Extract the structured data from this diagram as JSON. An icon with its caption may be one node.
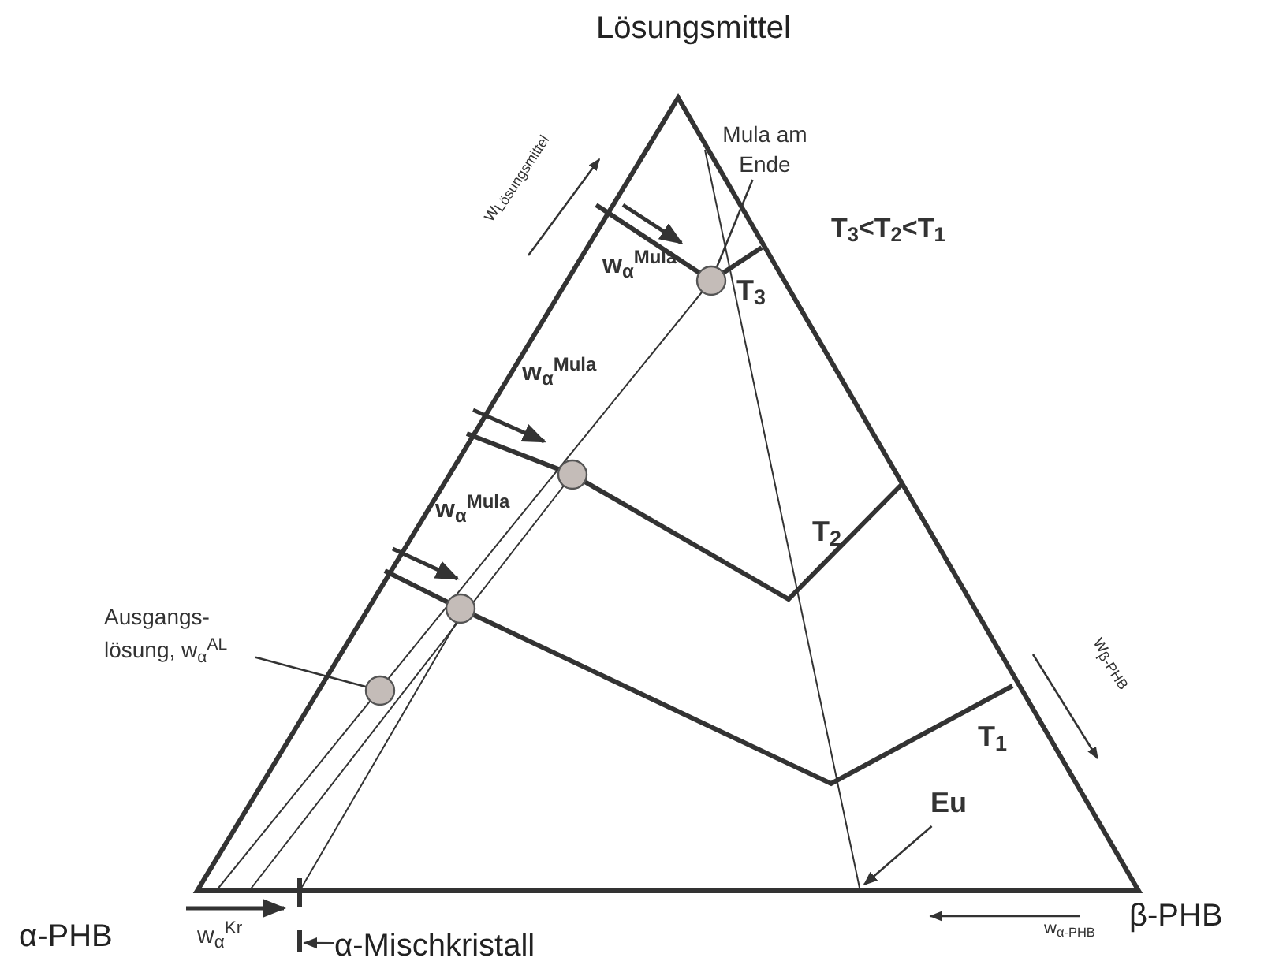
{
  "diagram": {
    "nodes": [
      {
        "text": [
          "Mula am Ende"
        ]
      },
      {
        "text": [],
        "shape": "circle"
      },
      {
        "text": [],
        "shape": "circle"
      },
      {
        "text": [],
        "shape": "circle"
      },
      {
        "text": [],
        "shape": "circle"
      },
      {
        "text": [
          "Ausgangs- lösung, w$_{α}$$^{AL}$"
        ]
      },
      {
        "text": [
          "Eu"
        ]
      },
      {
        "text": [
          "α-Mischkristall"
        ]
      }
    ],
    "edges": [
      {
        "from": 0,
        "to": 1,
        "arrow": "none"
      },
      {
        "from": 5,
        "to": 4,
        "arrow": "none"
      },
      {
        "from": 6,
        "to": null,
        "arrow": "to"
      },
      {
        "from": 7,
        "to": null,
        "arrow": "to"
      }
    ],
    "labels": [
      "Lösungsmittel",
      "T$_{3}$<T$_{2}$<T$_{1}$",
      "w$_{α}$$^{Mula}$",
      "w$_{α}$$^{Mula}$",
      "w$_{α}$$^{Mula}$",
      "T$_{3}$",
      "T$_{2}$",
      "T$_{1}$",
      "w$_{Lösungsmittel}$",
      "w$_{β-PHB}$",
      "α-PHB",
      "w$_{α}$$^{Kr}$",
      "w$_{α-PHB}$",
      "β-PHB"
    ]
  }
}
